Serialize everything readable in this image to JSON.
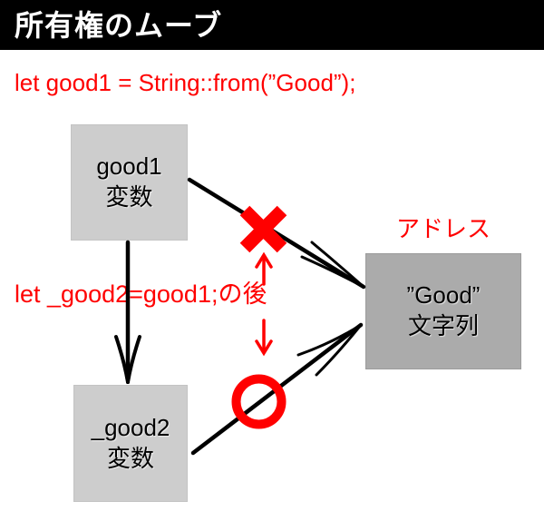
{
  "header": {
    "title": "所有権のムーブ"
  },
  "code": {
    "line": "let good1 = String::from(”Good”);"
  },
  "boxes": {
    "good1": {
      "line1": "good1",
      "line2": "変数"
    },
    "good2": {
      "line1": "_good2",
      "line2": "変数"
    },
    "string": {
      "line1": "”Good”",
      "line2": "文字列"
    }
  },
  "labels": {
    "address": "アドレス",
    "after_assignment": "let _good2=good1;の後"
  },
  "icons": {
    "cross": "x-prohibited-mark",
    "circle": "o-allowed-mark"
  },
  "colors": {
    "accent_red": "#ff0000",
    "header_bg": "#000000",
    "header_text": "#ffffff",
    "variable_box_bg": "#cdcdcd",
    "string_box_bg": "#ababab",
    "arrow_black": "#000000"
  }
}
